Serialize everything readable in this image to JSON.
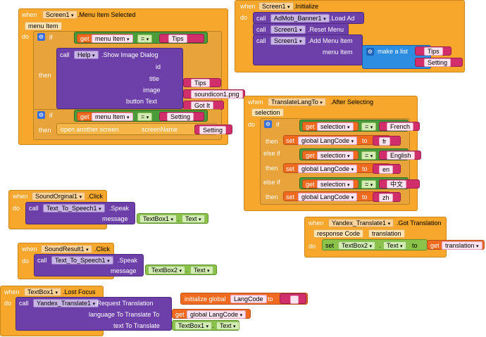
{
  "kw": {
    "when": "when",
    "do": "do",
    "if": "if",
    "then": "then",
    "else_if": "else if",
    "call": "call",
    "get": "get",
    "set": "set",
    "to": "to",
    "eq": "=",
    "dot": ".",
    "dropdown": "▾"
  },
  "blocks": {
    "menu_selected": {
      "component": "Screen1",
      "event": ".Menu Item Selected",
      "param": "menu Item",
      "if1_get": "menu Item",
      "if1_val": "Tips",
      "dialog_component": "Help",
      "dialog_method": ".Show Image Dialog",
      "arg_id": "id",
      "arg_title": "title",
      "arg_image": "image",
      "arg_button": "button Text",
      "val_title": "Tips",
      "val_image": "soundicon1.png",
      "val_button": "Got It",
      "if2_get": "menu Item",
      "if2_val": "Setting",
      "open_screen": "open another screen",
      "screen_name_label": "screenName",
      "screen_name_val": "Setting"
    },
    "initialize": {
      "component": "Screen1",
      "event": ".Initialize",
      "c1_component": "AdMob_Banner1",
      "c1_method": ".Load Ad",
      "c2_component": "Screen1",
      "c2_method": ".Reset Menu",
      "c3_component": "Screen1",
      "c3_method": ".Add Menu Item",
      "menu_item_label": "menu Item",
      "make_list": "make a list",
      "item1": "Tips",
      "item2": "Setting"
    },
    "translate_lang": {
      "component": "TranslateLangTo",
      "event": ".After Selecting",
      "param": "selection",
      "get_selection": "selection",
      "var": "global LangCode",
      "opt1": "French",
      "code1": "fr",
      "opt2": "English",
      "code2": "en",
      "opt3": "中文",
      "code3": "zh"
    },
    "sound_original": {
      "component": "SoundOrginal1",
      "event": ".Click",
      "call_component": "Text_To_Speech1",
      "call_method": ".Speak",
      "arg": "message",
      "textbox": "TextBox1",
      "prop": "Text"
    },
    "sound_result": {
      "component": "SoundResult1",
      "event": ".Click",
      "call_component": "Text_To_Speech1",
      "call_method": ".Speak",
      "arg": "message",
      "textbox": "TextBox2",
      "prop": "Text"
    },
    "got_translation": {
      "component": "Yandex_Translate1",
      "event": ".Got Translation",
      "param1": "response Code",
      "param2": "translation",
      "textbox": "TextBox2",
      "prop": "Text",
      "get_var": "translation"
    },
    "lost_focus": {
      "component": "TextBox1",
      "event": ".Lost Focus",
      "call_component": "Yandex_Translate1",
      "call_method": ".Request Translation",
      "arg1": "language To Translate To",
      "arg2": "text To Translate",
      "get_var": "global LangCode",
      "textbox": "TextBox1",
      "prop": "Text"
    },
    "init_global": {
      "label": "initialize global",
      "name": "LangCode",
      "to": "to"
    }
  },
  "colors": {
    "event": "#f7a72b",
    "procedure_call": "#6d3fa9",
    "control": "#e8a33a",
    "variable": "#f06b1f",
    "logic": "#4a9b3a",
    "component_prop": "#8bc34a",
    "list": "#2d8de0",
    "text": "#d12e6c"
  }
}
